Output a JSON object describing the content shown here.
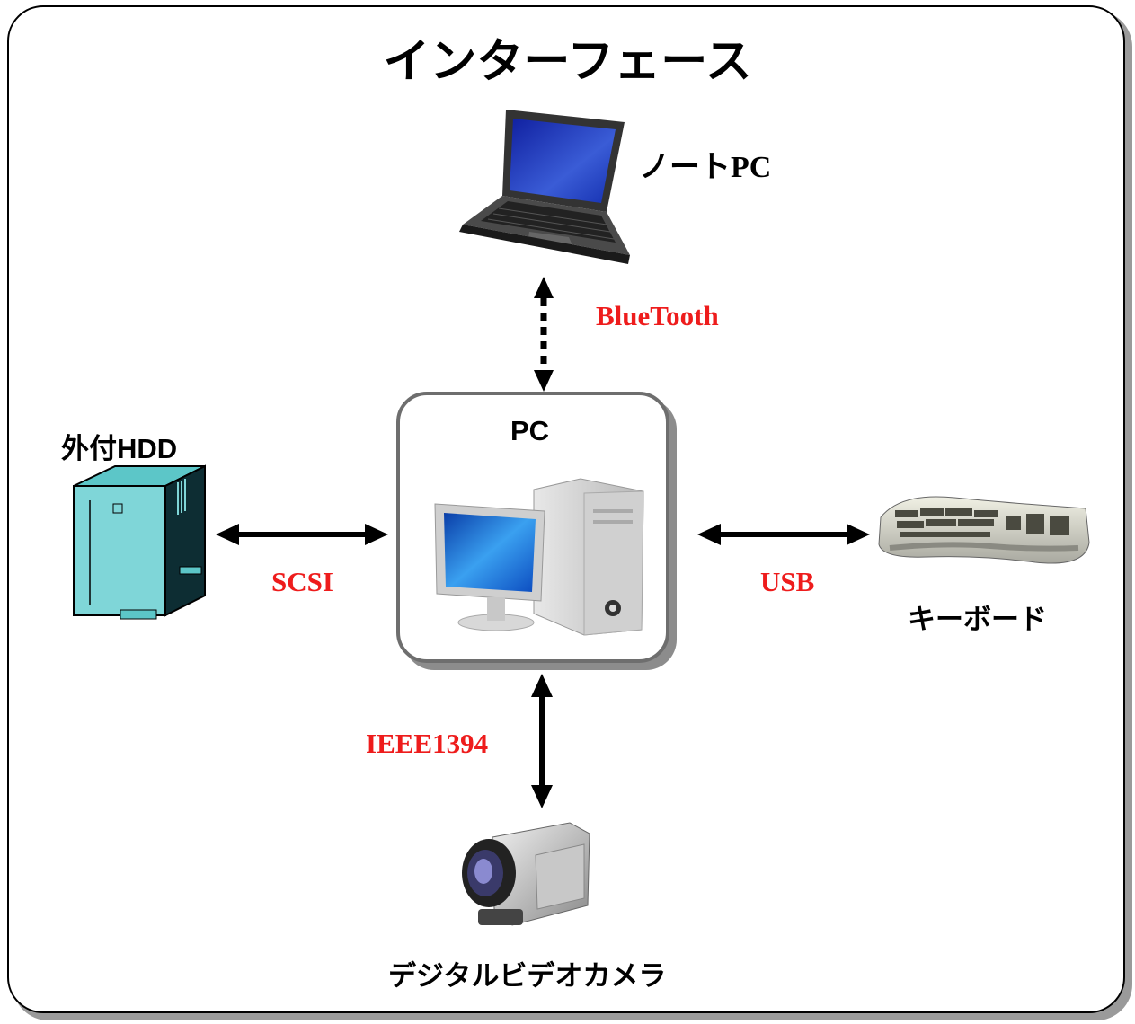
{
  "title": "インターフェース",
  "nodes": {
    "pc": "PC",
    "laptop": "ノートPC",
    "external_hdd": "外付HDD",
    "keyboard": "キーボード",
    "camcorder": "デジタルビデオカメラ"
  },
  "connections": [
    {
      "from": "pc",
      "to": "laptop",
      "label": "BlueTooth",
      "style": "dashed"
    },
    {
      "from": "pc",
      "to": "external_hdd",
      "label": "SCSI",
      "style": "solid"
    },
    {
      "from": "pc",
      "to": "keyboard",
      "label": "USB",
      "style": "solid"
    },
    {
      "from": "pc",
      "to": "camcorder",
      "label": "IEEE1394",
      "style": "solid"
    }
  ],
  "colors": {
    "connection_label": "#ee1c1c",
    "frame_shadow": "#9a9a9a",
    "hdd_body": "#7fd6d8"
  }
}
